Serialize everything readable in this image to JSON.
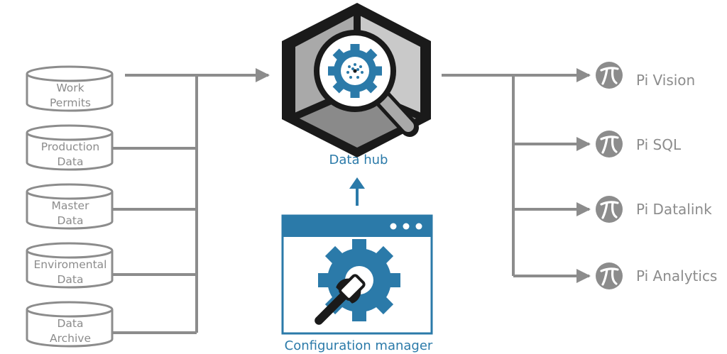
{
  "sources": [
    {
      "id": "work-permits",
      "lines": [
        "Work",
        "Permits"
      ]
    },
    {
      "id": "production-data",
      "lines": [
        "Production",
        "Data"
      ]
    },
    {
      "id": "master-data",
      "lines": [
        "Master",
        "Data"
      ]
    },
    {
      "id": "enviromental-data",
      "lines": [
        "Enviromental",
        "Data"
      ]
    },
    {
      "id": "data-archive",
      "lines": [
        "Data",
        "Archive"
      ]
    }
  ],
  "hub": {
    "label": "Data hub"
  },
  "config": {
    "label": "Configuration manager"
  },
  "targets": [
    {
      "id": "pi-vision",
      "label": "Pi Vision"
    },
    {
      "id": "pi-sql",
      "label": "Pi SQL"
    },
    {
      "id": "pi-datalink",
      "label": "Pi Datalink"
    },
    {
      "id": "pi-analytics",
      "label": "Pi Analytics"
    }
  ],
  "colors": {
    "line": "#8c8c8c",
    "accent": "#2b7aa9",
    "dark": "#1a1a1a",
    "hub_face_light": "#c9c9c9",
    "hub_face_mid": "#a9a9a9",
    "hub_face_dark": "#8a8a8a"
  },
  "icons": {
    "source": "database-cylinder-icon",
    "hub": "magnifier-gear-icon",
    "config": "window-gear-wrench-icon",
    "target": "pi-logo-icon"
  }
}
